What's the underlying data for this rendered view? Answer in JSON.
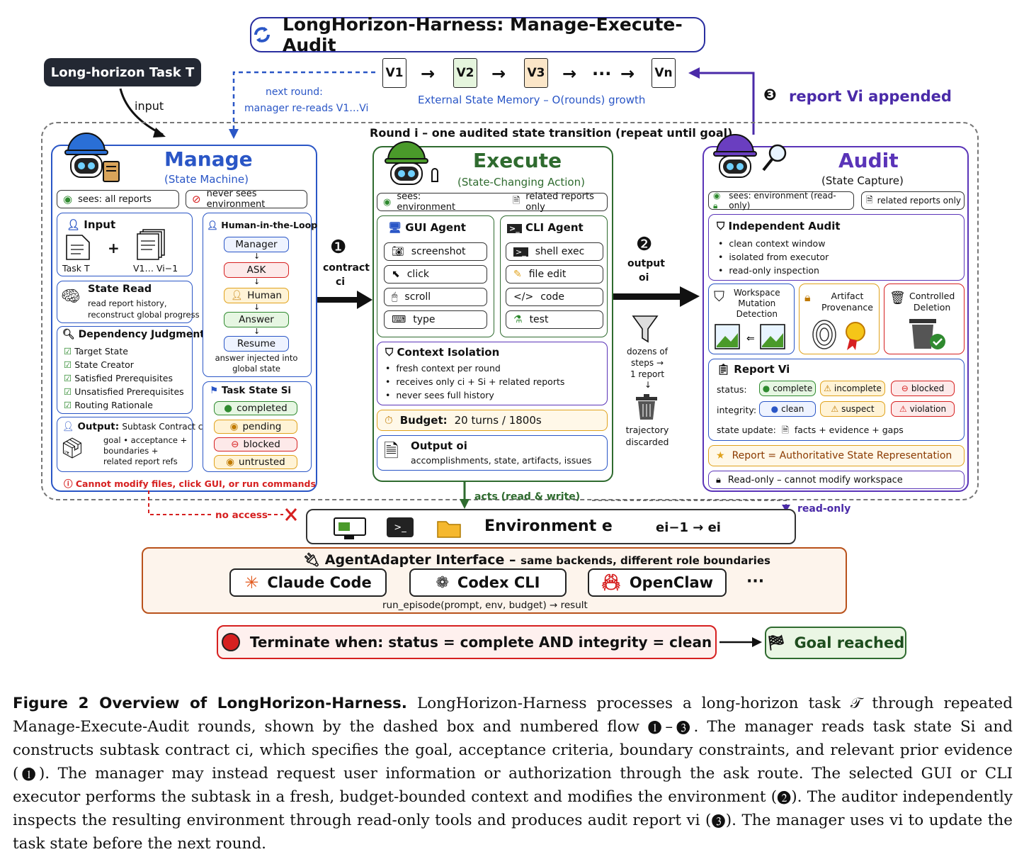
{
  "title": "LongHorizon-Harness: Manage-Execute-Audit",
  "task_box": "Long-horizon Task T",
  "input_label": "input",
  "memory": {
    "files": [
      "V1",
      "V2",
      "V3",
      "Vn"
    ],
    "ellipsis": "···",
    "caption": "External State Memory – O(rounds) growth",
    "next_round": "next round:",
    "next_round_2": "manager re-reads V1…Vi",
    "report_appended": "report Vi appended",
    "step3_marker": "❸"
  },
  "round_label": "Round i – one audited state transition (repeat until goal)",
  "manage": {
    "title": "Manage",
    "subtitle": "(State Machine)",
    "sees": "sees: all reports",
    "never_sees": "never sees environment",
    "input_title": "Input",
    "input_task": "Task T",
    "input_reports": "V1… Vi−1",
    "state_read_title": "State Read",
    "state_read_1": "read report history,",
    "state_read_2": "reconstruct global progress",
    "dep_title": "Dependency Judgment",
    "dep_items": [
      "Target State",
      "State Creator",
      "Satisfied Prerequisites",
      "Unsatisfied Prerequisites",
      "Routing Rationale"
    ],
    "output_title": "Output:",
    "output_sub": "Subtask Contract ci",
    "output_1": "goal • acceptance +",
    "output_2": "boundaries +",
    "output_3": "related report refs",
    "hitl_title": "Human-in-the-Loop",
    "hitl_steps": [
      "Manager",
      "ASK",
      "Human",
      "Answer",
      "Resume"
    ],
    "hitl_note_1": "answer injected into",
    "hitl_note_2": "global state",
    "task_state_title": "Task State Si",
    "task_states": [
      "completed",
      "pending",
      "blocked",
      "untrusted"
    ],
    "warning": "Cannot modify files, click GUI, or run commands"
  },
  "flow": {
    "step1": "❶",
    "contract": "contract",
    "contract_var": "ci",
    "step2": "❷",
    "output": "output",
    "output_var": "oi",
    "dozens_1": "dozens of",
    "dozens_2": "steps →",
    "dozens_3": "1 report",
    "traj_1": "trajectory",
    "traj_2": "discarded"
  },
  "execute": {
    "title": "Execute",
    "subtitle": "(State-Changing Action)",
    "sees": "sees: environment",
    "related": "related reports only",
    "gui_title": "GUI Agent",
    "gui_tools": [
      "screenshot",
      "click",
      "scroll",
      "type"
    ],
    "cli_title": "CLI Agent",
    "cli_tools": [
      "shell exec",
      "file edit",
      "code",
      "test"
    ],
    "iso_title": "Context Isolation",
    "iso_items": [
      "fresh context per round",
      "receives only ci + Si + related reports",
      "never sees full history"
    ],
    "budget_label": "Budget:",
    "budget_value": "20 turns / 1800s",
    "output_title": "Output oi",
    "output_desc": "accomplishments, state, artifacts, issues"
  },
  "audit": {
    "title": "Audit",
    "subtitle": "(State Capture)",
    "sees": "sees: environment (read-only)",
    "related": "related reports only",
    "ind_title": "Independent Audit",
    "ind_items": [
      "clean context window",
      "isolated from executor",
      "read-only inspection"
    ],
    "ws_1": "Workspace",
    "ws_2": "Mutation",
    "ws_3": "Detection",
    "art_1": "Artifact",
    "art_2": "Provenance",
    "del_1": "Controlled",
    "del_2": "Deletion",
    "report_title": "Report Vi",
    "status_label": "status:",
    "status_values": [
      "complete",
      "incomplete",
      "blocked"
    ],
    "integrity_label": "integrity:",
    "integrity_values": [
      "clean",
      "suspect",
      "violation"
    ],
    "state_update_label": "state update:",
    "state_update_value": "facts + evidence + gaps",
    "authoritative": "Report = Authoritative State Representation",
    "readonly": "Read-only – cannot modify workspace"
  },
  "env": {
    "no_access": "no access",
    "acts": "acts (read & write)",
    "read_only": "read-only",
    "title": "Environment e",
    "transition": "ei−1 → ei"
  },
  "adapter": {
    "title": "AgentAdapter Interface –",
    "subtitle": "same backends, different role boundaries",
    "backends": [
      "Claude Code",
      "Codex CLI",
      "OpenClaw"
    ],
    "more": "···",
    "signature": "run_episode(prompt, env, budget) → result"
  },
  "terminate": {
    "label": "Terminate when: status = complete AND integrity = clean",
    "goal": "Goal reached"
  },
  "caption": {
    "fig": "Figure 2  Overview of LongHorizon-Harness.",
    "text": "LongHorizon-Harness processes a long-horizon task 𝒯 through repeated Manage-Execute-Audit rounds, shown by the dashed box and numbered flow ❶–❸. The manager reads task state Si and constructs subtask contract ci, which specifies the goal, acceptance criteria, boundary constraints, and relevant prior evidence (❶). The manager may instead request user information or authorization through the ask route. The selected GUI or CLI executor performs the subtask in a fresh, budget-bounded context and modifies the environment (❷). The auditor independently inspects the resulting environment through read-only tools and produces audit report vi (❸). The manager uses vi to update the task state before the next round."
  },
  "colors": {
    "manage": "#2a56c6",
    "execute": "#2f6b2f",
    "audit": "#5a34b8",
    "warn": "#d62020"
  }
}
